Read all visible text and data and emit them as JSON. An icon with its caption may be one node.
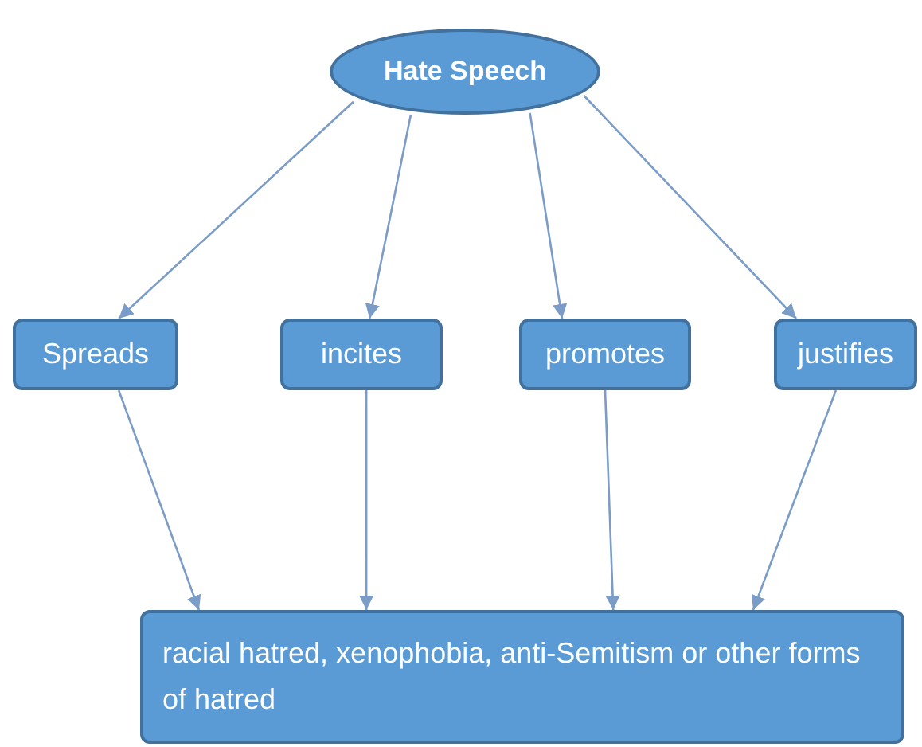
{
  "diagram": {
    "nodes": [
      {
        "text": [
          "Hate Speech"
        ]
      },
      {
        "text": [
          "Spreads"
        ]
      },
      {
        "text": [
          "incites"
        ]
      },
      {
        "text": [
          "promotes"
        ]
      },
      {
        "text": [
          "justifies"
        ]
      },
      {
        "text": [
          "racial hatred, xenophobia, anti-Semitism or other forms of hatred"
        ]
      }
    ],
    "edges": [
      {
        "from": 0,
        "to": 1,
        "arrow": "to"
      },
      {
        "from": 0,
        "to": 2,
        "arrow": "to"
      },
      {
        "from": 0,
        "to": 3,
        "arrow": "to"
      },
      {
        "from": 0,
        "to": 4,
        "arrow": "to"
      },
      {
        "from": 1,
        "to": 5,
        "arrow": "to"
      },
      {
        "from": 2,
        "to": 5,
        "arrow": "to"
      },
      {
        "from": 3,
        "to": 5,
        "arrow": "to"
      },
      {
        "from": 4,
        "to": 5,
        "arrow": "to"
      }
    ]
  }
}
